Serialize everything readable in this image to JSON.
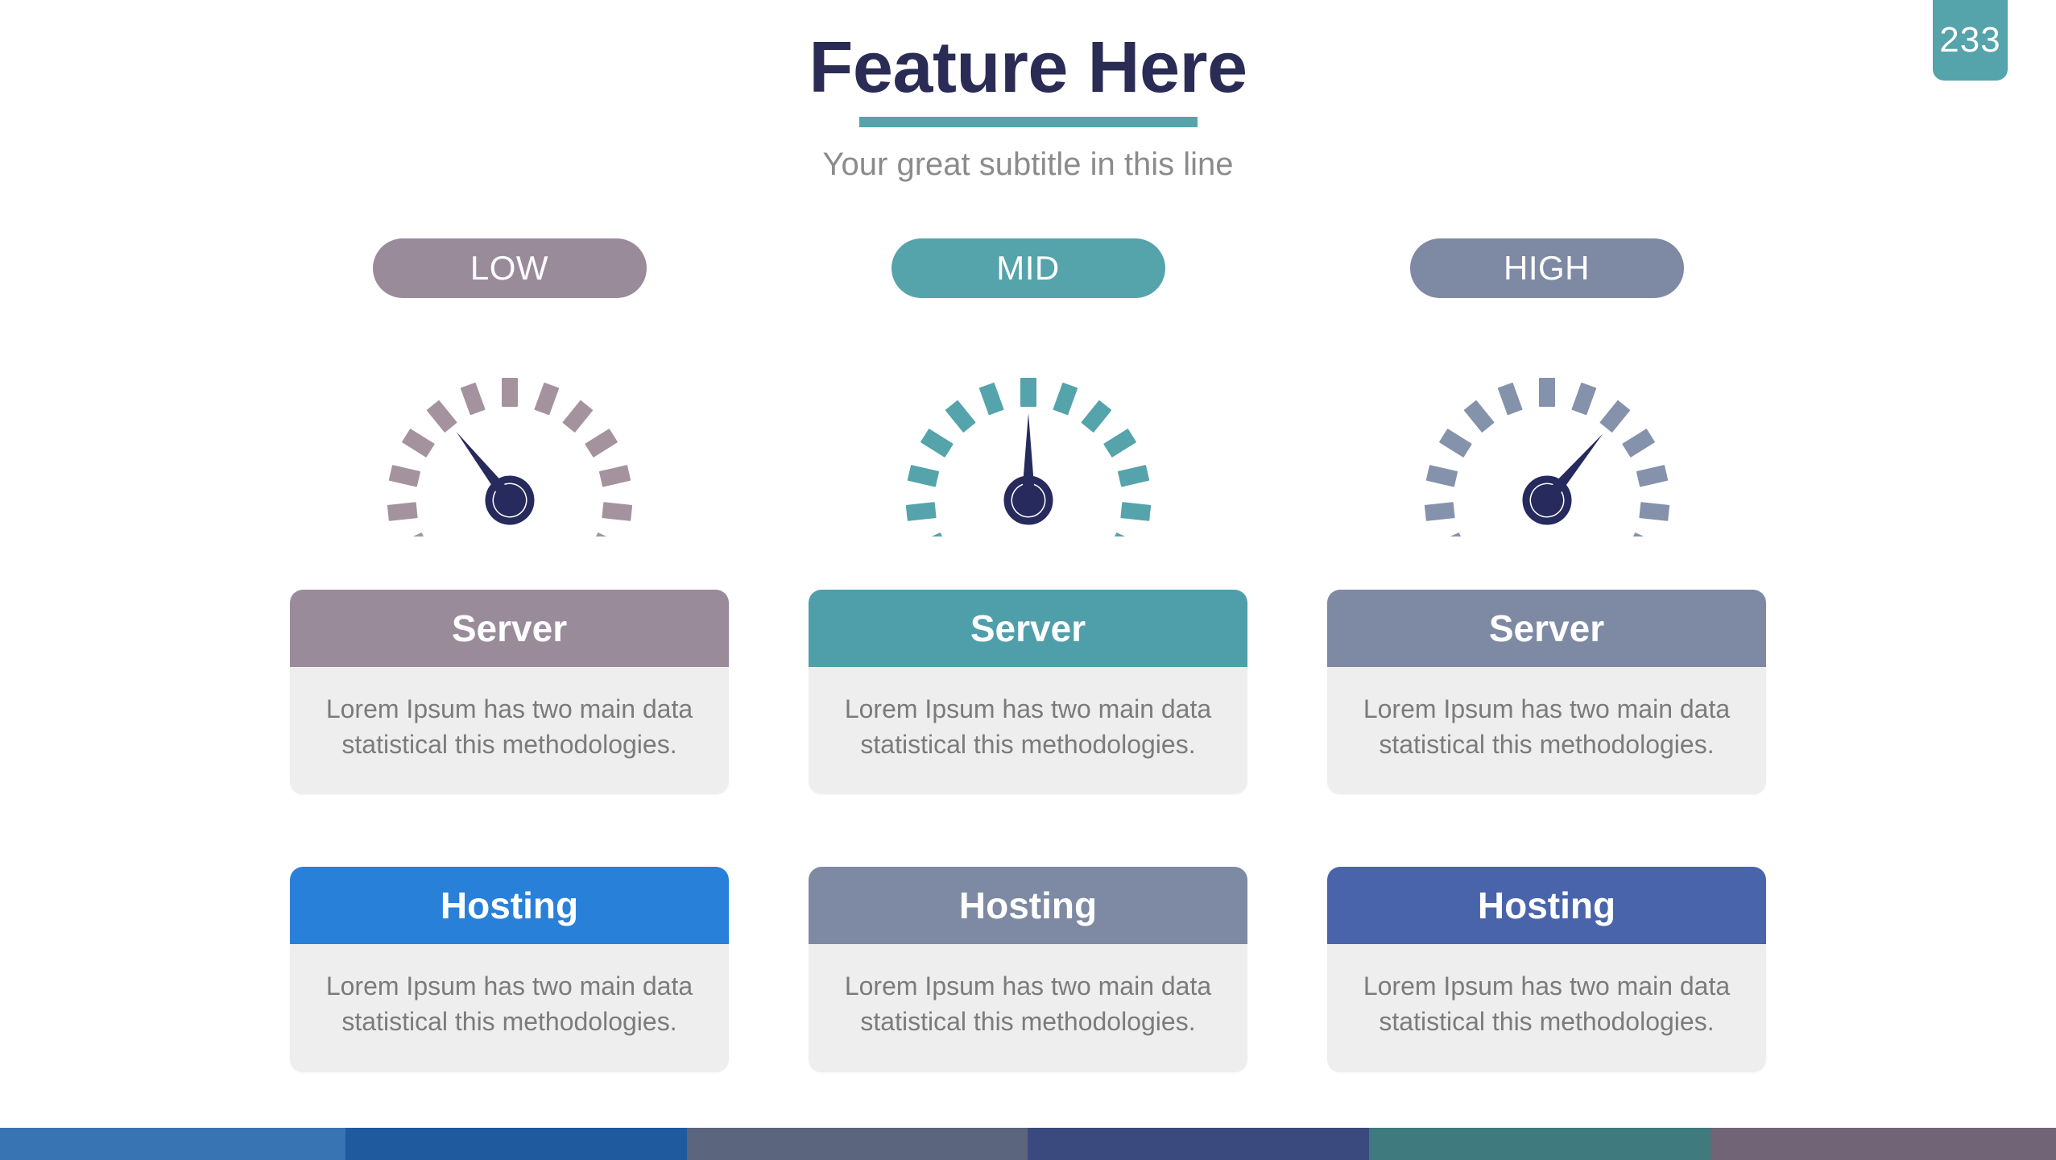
{
  "page": {
    "number": "233",
    "badge_color": "#55a3ab",
    "background": "#ffffff"
  },
  "header": {
    "title": "Feature Here",
    "subtitle": "Your great subtitle in this line",
    "title_color": "#2a2c55",
    "rule_color": "#55a3ab",
    "subtitle_color": "#8b8b8b"
  },
  "columns": [
    {
      "pill_label": "LOW",
      "pill_color": "#9a8b9b",
      "gauge": {
        "name": "gauge-low",
        "arc_color": "#a4939f",
        "needle_color": "#262a5c",
        "needle_angle_deg": -38,
        "segments": 13
      },
      "server_card": {
        "title": "Server",
        "header_color": "#9a8b9b",
        "body": "Lorem Ipsum has two main data statistical this methodologies."
      },
      "hosting_card": {
        "title": "Hosting",
        "header_color": "#2980d9",
        "body": "Lorem Ipsum has two main data statistical this methodologies."
      }
    },
    {
      "pill_label": "MID",
      "pill_color": "#55a3ab",
      "gauge": {
        "name": "gauge-mid",
        "arc_color": "#55a3ab",
        "needle_color": "#262a5c",
        "needle_angle_deg": 0,
        "segments": 13
      },
      "server_card": {
        "title": "Server",
        "header_color": "#4f9faa",
        "body": "Lorem Ipsum has two main data statistical this methodologies."
      },
      "hosting_card": {
        "title": "Hosting",
        "header_color": "#7e8aa3",
        "body": "Lorem Ipsum has two main data statistical this methodologies."
      }
    },
    {
      "pill_label": "HIGH",
      "pill_color": "#7e8aa3",
      "gauge": {
        "name": "gauge-high",
        "arc_color": "#8592ab",
        "needle_color": "#262a5c",
        "needle_angle_deg": 40,
        "segments": 13
      },
      "server_card": {
        "title": "Server",
        "header_color": "#7e8aa3",
        "body": "Lorem Ipsum has two main data statistical this methodologies."
      },
      "hosting_card": {
        "title": "Hosting",
        "header_color": "#4a64ac",
        "body": "Lorem Ipsum has two main data statistical this methodologies."
      }
    }
  ],
  "color_strip": [
    {
      "name": "strip-segment-blue",
      "color": "#3874b4",
      "width_pct": 16.8
    },
    {
      "name": "strip-segment-dark-blue",
      "color": "#1f5a9e",
      "width_pct": 16.6
    },
    {
      "name": "strip-segment-slate",
      "color": "#5b657e",
      "width_pct": 16.6
    },
    {
      "name": "strip-segment-indigo",
      "color": "#3a4a7e",
      "width_pct": 16.6
    },
    {
      "name": "strip-segment-teal",
      "color": "#3e7a7e",
      "width_pct": 16.6
    },
    {
      "name": "strip-segment-mauve",
      "color": "#706476",
      "width_pct": 16.8
    }
  ]
}
